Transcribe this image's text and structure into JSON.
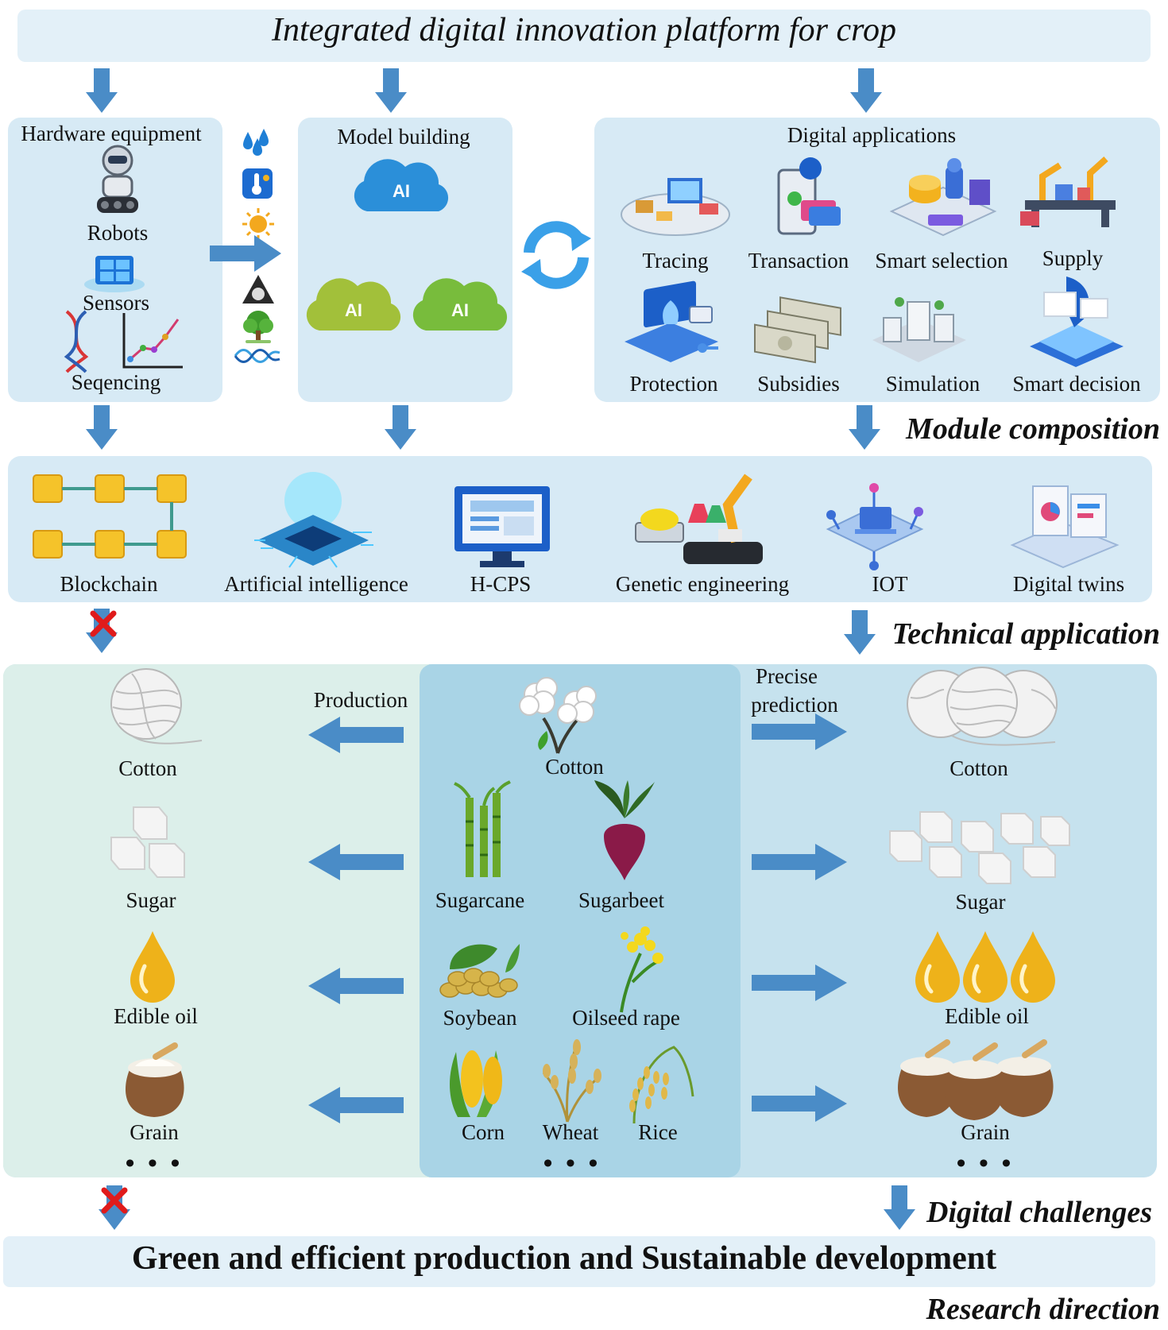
{
  "title": "Integrated digital innovation platform for crop",
  "hardware": {
    "heading": "Hardware equipment",
    "items": [
      "Robots",
      "Sensors",
      "Seqencing"
    ]
  },
  "model": {
    "heading": "Model building",
    "cloud_label": "AI"
  },
  "digital_apps": {
    "heading": "Digital applications",
    "items": [
      "Tracing",
      "Transaction",
      "Smart selection",
      "Supply",
      "Protection",
      "Subsidies",
      "Simulation",
      "Smart decision"
    ]
  },
  "sensor_icons": [
    "water-drops-icon",
    "thermometer-icon",
    "uv-sun-icon",
    "co2-icon",
    "tree-icon",
    "dna-icon"
  ],
  "section_labels": {
    "module": "Module composition",
    "technical": "Technical application",
    "challenges": "Digital challenges",
    "research": "Research direction"
  },
  "technologies": [
    "Blockchain",
    "Artificial intelligence",
    "H-CPS",
    "Genetic engineering",
    "IOT",
    "Digital twins"
  ],
  "crops": {
    "production_label": "Production",
    "prediction_label_1": "Precise",
    "prediction_label_2": "prediction",
    "center": [
      "Cotton",
      "Sugarcane",
      "Sugarbeet",
      "Soybean",
      "Oilseed rape",
      "Corn",
      "Wheat",
      "Rice"
    ],
    "products_left": [
      "Cotton",
      "Sugar",
      "Edible oil",
      "Grain"
    ],
    "products_right": [
      "Cotton",
      "Sugar",
      "Edible oil",
      "Grain"
    ],
    "ellipsis": "• • •"
  },
  "footer": "Green and efficient production and Sustainable development",
  "colors": {
    "arrow": "#4a8cc7",
    "title_bar": "#e3f0f8",
    "panel": "#d7eaf5",
    "crop_panel": "#a9d4e6",
    "left_panel": "#dcefea",
    "cross": "#e01b1b"
  }
}
